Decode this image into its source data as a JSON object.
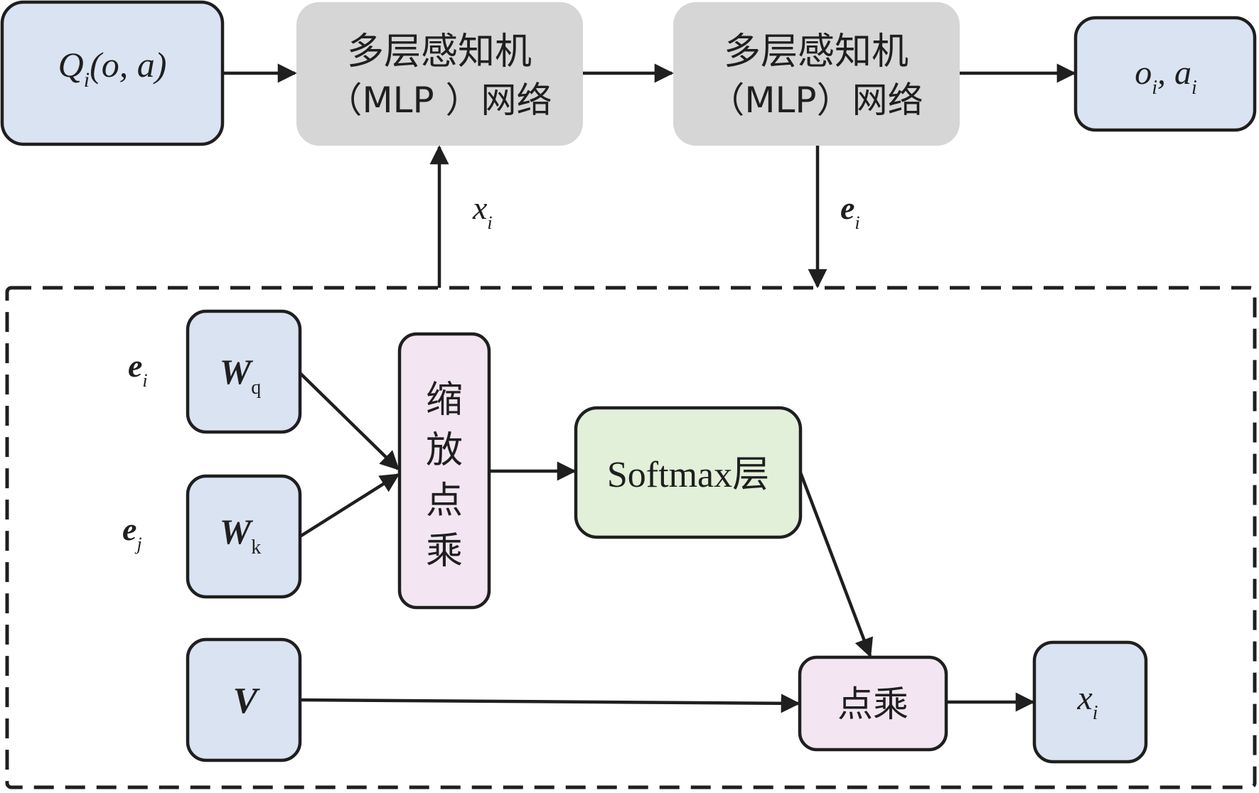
{
  "nodes": {
    "q_input": {
      "main": "Q",
      "sub": "i",
      "rest": "(o, a)"
    },
    "mlp1": {
      "line1": "多层感知机",
      "line2": "（MLP ）网络"
    },
    "mlp2": {
      "line1": "多层感知机",
      "line2": "（MLP）网络"
    },
    "output": {
      "o": "o",
      "o_sub": "i",
      "comma": ", ",
      "a": "a",
      "a_sub": "i"
    },
    "wq": {
      "main": "W",
      "sub": "q"
    },
    "wk": {
      "main": "W",
      "sub": "k"
    },
    "v": {
      "main": "V"
    },
    "scaled_dot": {
      "c1": "缩",
      "c2": "放",
      "c3": "点",
      "c4": "乘"
    },
    "softmax": {
      "label": "Softmax层"
    },
    "dot": {
      "label": "点乘"
    },
    "x_out": {
      "main": "x",
      "sub": "i"
    }
  },
  "edge_labels": {
    "xi_up": {
      "main": "x",
      "sub": "i"
    },
    "ei_down": {
      "main": "e",
      "sub": "i"
    },
    "ei_input": {
      "main": "e",
      "sub": "i"
    },
    "ej_input": {
      "main": "e",
      "sub": "j"
    }
  },
  "colors": {
    "blue_fill": "#dae3f2",
    "gray_fill": "#d6d6d6",
    "pink_fill": "#f3e6f2",
    "green_fill": "#e2efd9",
    "stroke": "#1f1f1f"
  }
}
